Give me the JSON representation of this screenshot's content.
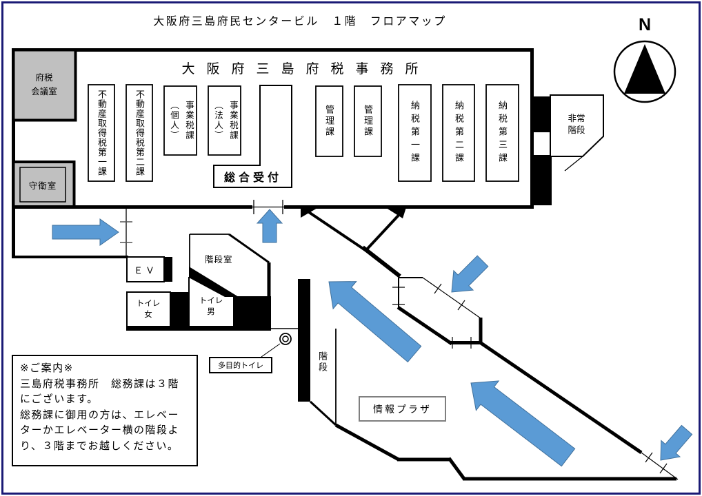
{
  "page": {
    "title": "大阪府三島府民センタービル　１階　フロアマップ",
    "north": "N"
  },
  "building": {
    "name": "大阪府三島府税事務所",
    "reception": "総合受付",
    "rooms": {
      "fuzei_meeting": "府税\n会議室",
      "guard": "守衛室",
      "fudosan1": "不動産取得税第一課",
      "fudosan2": "不動産取得税第二課",
      "jigyozei_kojin": "事業税課\n（個人）",
      "jigyozei_hojin": "事業税課\n（法人）",
      "kanri1": "管理課",
      "kanri2": "管理課",
      "nozei1": "納税第一課",
      "nozei2": "納税第二課",
      "nozei3": "納税第三課",
      "emergency_stairs": "非常\n階段"
    }
  },
  "facilities": {
    "ev": "ＥＶ",
    "stair_room": "階段室",
    "toilet_women": "トイレ\n女",
    "toilet_men": "トイレ\n男",
    "multipurpose_toilet": "多目的トイレ",
    "stairs": "階段",
    "info_plaza": "情報プラザ"
  },
  "notice": {
    "text": "※ご案内※\n三島府税事務所　総務課は３階\nにございます。\n総務課に御用の方は、エレベー\nターかエレベーター横の階段よ\nり、３階までお越しください。"
  },
  "colors": {
    "arrow": "#5B9BD5",
    "arrow_edge": "#41719C",
    "room_fill": "#C0C0C0",
    "frame": "#1A1A75"
  }
}
